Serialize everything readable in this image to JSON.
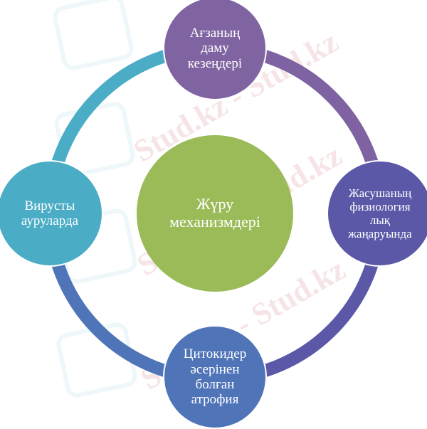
{
  "diagram": {
    "type": "cycle",
    "center": {
      "label": "Жүру\nмеханизмдері",
      "color": "#9bbb59"
    },
    "nodes": [
      {
        "id": "top",
        "label": "Ағзаның\nдаму\nкезеңдері",
        "color": "#8064a2"
      },
      {
        "id": "right",
        "label": "Жасушаның\nфизиология\nлық\nжаңаруында",
        "color": "#5b58a8"
      },
      {
        "id": "bottom",
        "label": "Цитокидер\nәсерінен\nболған\nатрофия",
        "color": "#4f74b8"
      },
      {
        "id": "left",
        "label": "Вирусты\nауруларда",
        "color": "#4bacc6"
      }
    ],
    "arcs": [
      {
        "from": "top",
        "to": "right",
        "color": "#7e62a1"
      },
      {
        "from": "right",
        "to": "bottom",
        "color": "#5b58a8"
      },
      {
        "from": "bottom",
        "to": "left",
        "color": "#4f74b8"
      },
      {
        "from": "left",
        "to": "top",
        "color": "#4bacc6"
      }
    ]
  },
  "watermark": {
    "text": "Stud.kz - Stud.kz"
  }
}
